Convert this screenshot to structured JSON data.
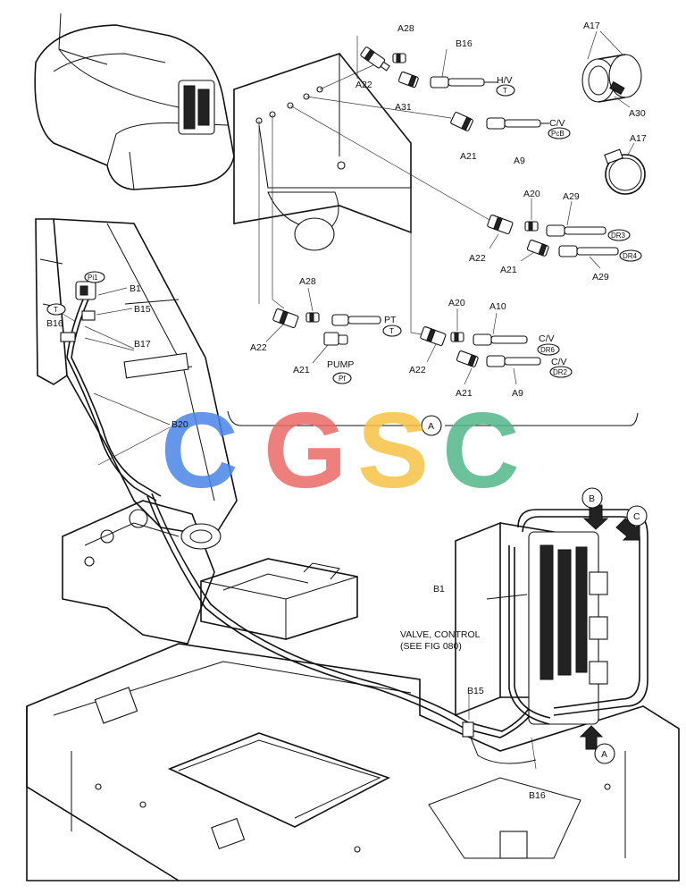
{
  "callouts": {
    "A28_top": "A28",
    "B16_top": "B16",
    "A22_top": "A22",
    "A31": "A31",
    "HV": "H/V",
    "T_top": "T",
    "A17_a": "A17",
    "A30": "A30",
    "A17_b": "A17",
    "A21_top": "A21",
    "CV_top": "C/V",
    "PcB": "PcB",
    "A9_top": "A9",
    "A20_mid": "A20",
    "A29_a": "A29",
    "DR3": "DR3",
    "A22_mid": "A22",
    "A21_mid": "A21",
    "DR4": "DR4",
    "A29_b": "A29",
    "Pi1": "Pi1",
    "B1_left": "B1",
    "T_left": "T",
    "B15_left": "B15",
    "B16_left": "B16",
    "B17": "B17",
    "A28_mid": "A28",
    "PT": "PT",
    "T_pt": "T",
    "A22_left": "A22",
    "A21_left": "A21",
    "PUMP": "PUMP",
    "Pf": "Pf",
    "A20_low": "A20",
    "A10": "A10",
    "CV_a": "C/V",
    "DR6": "DR6",
    "A22_low": "A22",
    "CV_b": "C/V",
    "DR2": "DR2",
    "A21_low": "A21",
    "A9_low": "A9",
    "detail_A_top": "A",
    "B20": "B20",
    "detail_B": "B",
    "detail_C": "C",
    "B1_right": "B1",
    "valve_line1": "VALVE, CONTROL",
    "valve_line2": "(SEE FIG 080)",
    "B15_right": "B15",
    "detail_A_bottom": "A",
    "B16_bottom": "B16"
  },
  "watermark": {
    "letters": [
      "C",
      "G",
      "S",
      "C"
    ],
    "colors": [
      "#4a86e8",
      "#ea6b66",
      "#f6c344",
      "#52b788"
    ]
  }
}
